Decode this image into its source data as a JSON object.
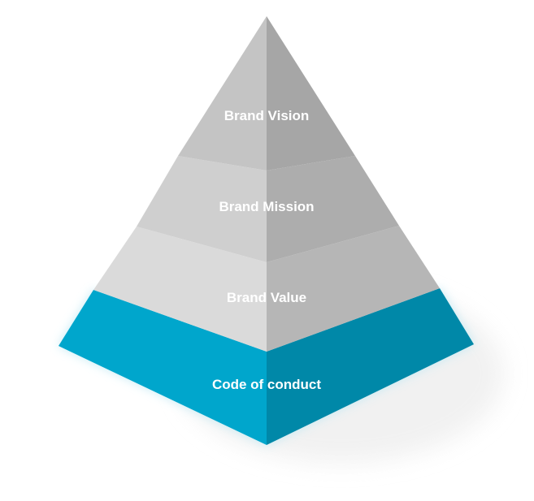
{
  "tiers": [
    {
      "label": "Brand Vision"
    },
    {
      "label": "Brand Mission"
    },
    {
      "label": "Brand Value"
    },
    {
      "label": "Code of conduct"
    }
  ],
  "colors": {
    "vision_left": "#c4c4c4",
    "vision_right": "#a6a6a6",
    "mission_left": "#cfcfcf",
    "mission_right": "#adadad",
    "value_left": "#dadada",
    "value_right": "#b6b6b6",
    "conduct_left": "#00a6cc",
    "conduct_right": "#0088a8",
    "label": "#ffffff",
    "glow": "#bfe9f4"
  }
}
